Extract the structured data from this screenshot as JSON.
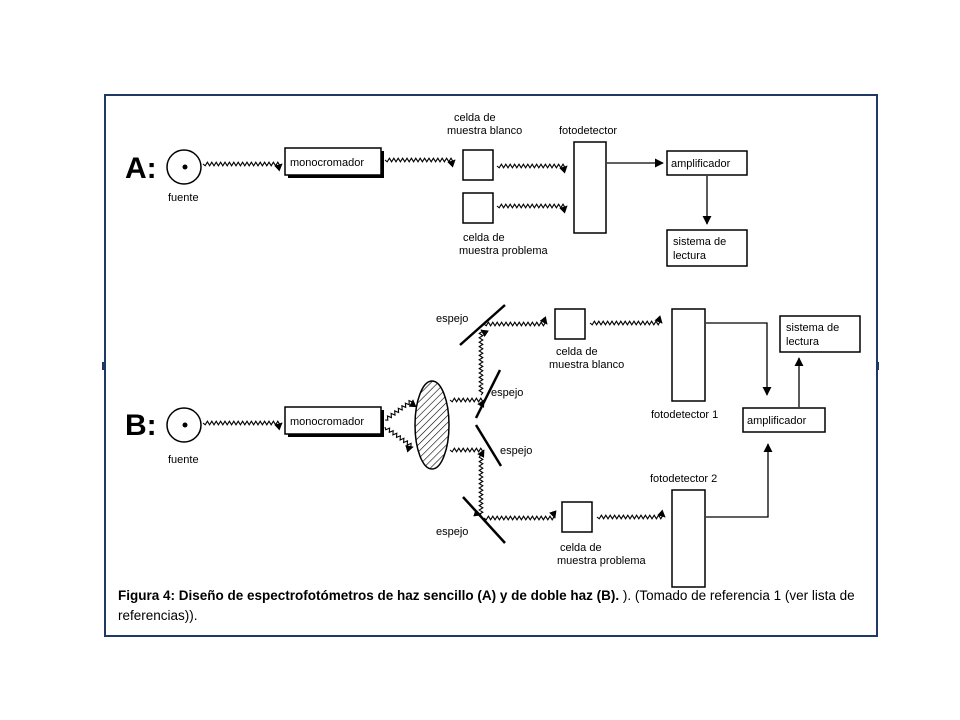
{
  "colors": {
    "frame": "#1f3864",
    "ink": "#000000",
    "background": "#ffffff"
  },
  "panel_a": {
    "label": "A:",
    "source_label": "fuente",
    "monochromator": "monocromador",
    "blank_cell": [
      "celda de",
      "muestra blanco"
    ],
    "sample_cell": [
      "celda de",
      "muestra problema"
    ],
    "photodetector": "fotodetector",
    "amplifier": "amplificador",
    "readout": [
      "sistema de",
      "lectura"
    ]
  },
  "panel_b": {
    "label": "B:",
    "source_label": "fuente",
    "monochromator": "monocromador",
    "mirror": "espejo",
    "blank_cell": [
      "celda de",
      "muestra blanco"
    ],
    "sample_cell": [
      "celda de",
      "muestra problema"
    ],
    "photodetector_1": "fotodetector 1",
    "photodetector_2": "fotodetector 2",
    "amplifier": "amplificador",
    "readout": [
      "sistema de",
      "lectura"
    ]
  },
  "caption": {
    "bold": "Figura 4: Diseño de espectrofotómetros de haz sencillo (A) y de doble haz (B).",
    "normal": " ). (Tomado de referencia 1 (ver lista de referencias))."
  }
}
